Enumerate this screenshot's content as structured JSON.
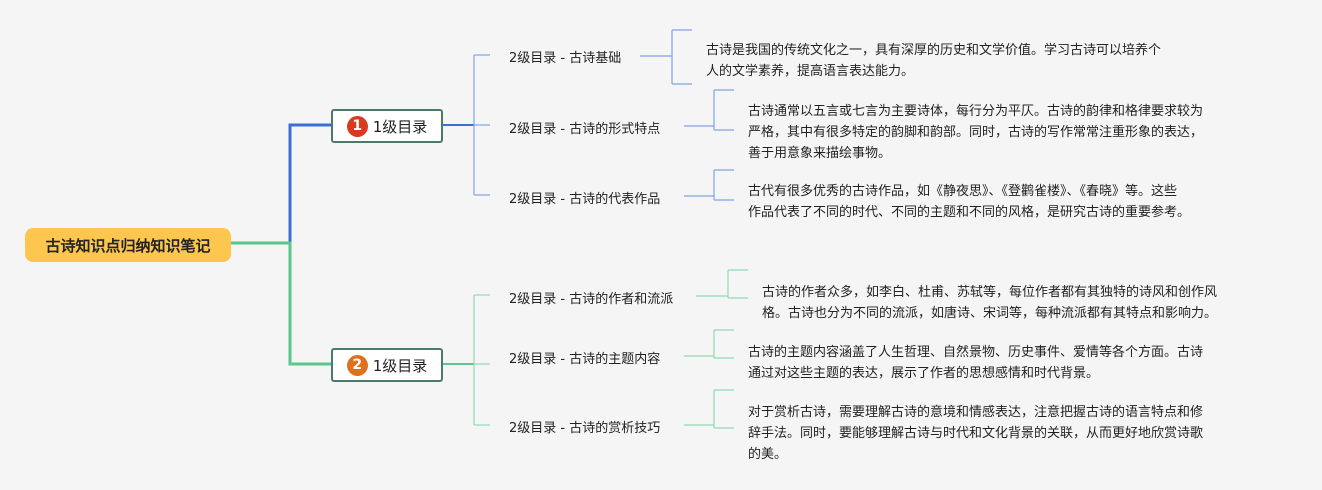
{
  "root": {
    "title": "古诗知识点归纳知识笔记"
  },
  "colors": {
    "blue": "#3a6fd8",
    "green": "#5cc78b",
    "badge1": "#d63a1f",
    "badge2": "#e0711c",
    "root": "#fdc64f"
  },
  "branches": [
    {
      "number": "1",
      "label": "1级目录",
      "children": [
        {
          "label": "2级目录 - 古诗基础",
          "note": [
            "古诗是我国的传统文化之一，具有深厚的历史和文学价值。学习古诗可以培养个",
            "人的文学素养，提高语言表达能力。"
          ]
        },
        {
          "label": "2级目录 - 古诗的形式特点",
          "note": [
            "古诗通常以五言或七言为主要诗体，每行分为平仄。古诗的韵律和格律要求较为",
            "严格，其中有很多特定的韵脚和韵部。同时，古诗的写作常常注重形象的表达，",
            "善于用意象来描绘事物。"
          ]
        },
        {
          "label": "2级目录 - 古诗的代表作品",
          "note": [
            "古代有很多优秀的古诗作品，如《静夜思》、《登鹳雀楼》、《春晓》等。这些",
            "作品代表了不同的时代、不同的主题和不同的风格，是研究古诗的重要参考。"
          ]
        }
      ]
    },
    {
      "number": "2",
      "label": "1级目录",
      "children": [
        {
          "label": "2级目录 - 古诗的作者和流派",
          "note": [
            "古诗的作者众多，如李白、杜甫、苏轼等，每位作者都有其独特的诗风和创作风",
            "格。古诗也分为不同的流派，如唐诗、宋词等，每种流派都有其特点和影响力。"
          ]
        },
        {
          "label": "2级目录 - 古诗的主题内容",
          "note": [
            "古诗的主题内容涵盖了人生哲理、自然景物、历史事件、爱情等各个方面。古诗",
            "通过对这些主题的表达，展示了作者的思想感情和时代背景。"
          ]
        },
        {
          "label": "2级目录 - 古诗的赏析技巧",
          "note": [
            "对于赏析古诗，需要理解古诗的意境和情感表达，注意把握古诗的语言特点和修",
            "辞手法。同时，要能够理解古诗与时代和文化背景的关联，从而更好地欣赏诗歌",
            "的美。"
          ]
        }
      ]
    }
  ]
}
